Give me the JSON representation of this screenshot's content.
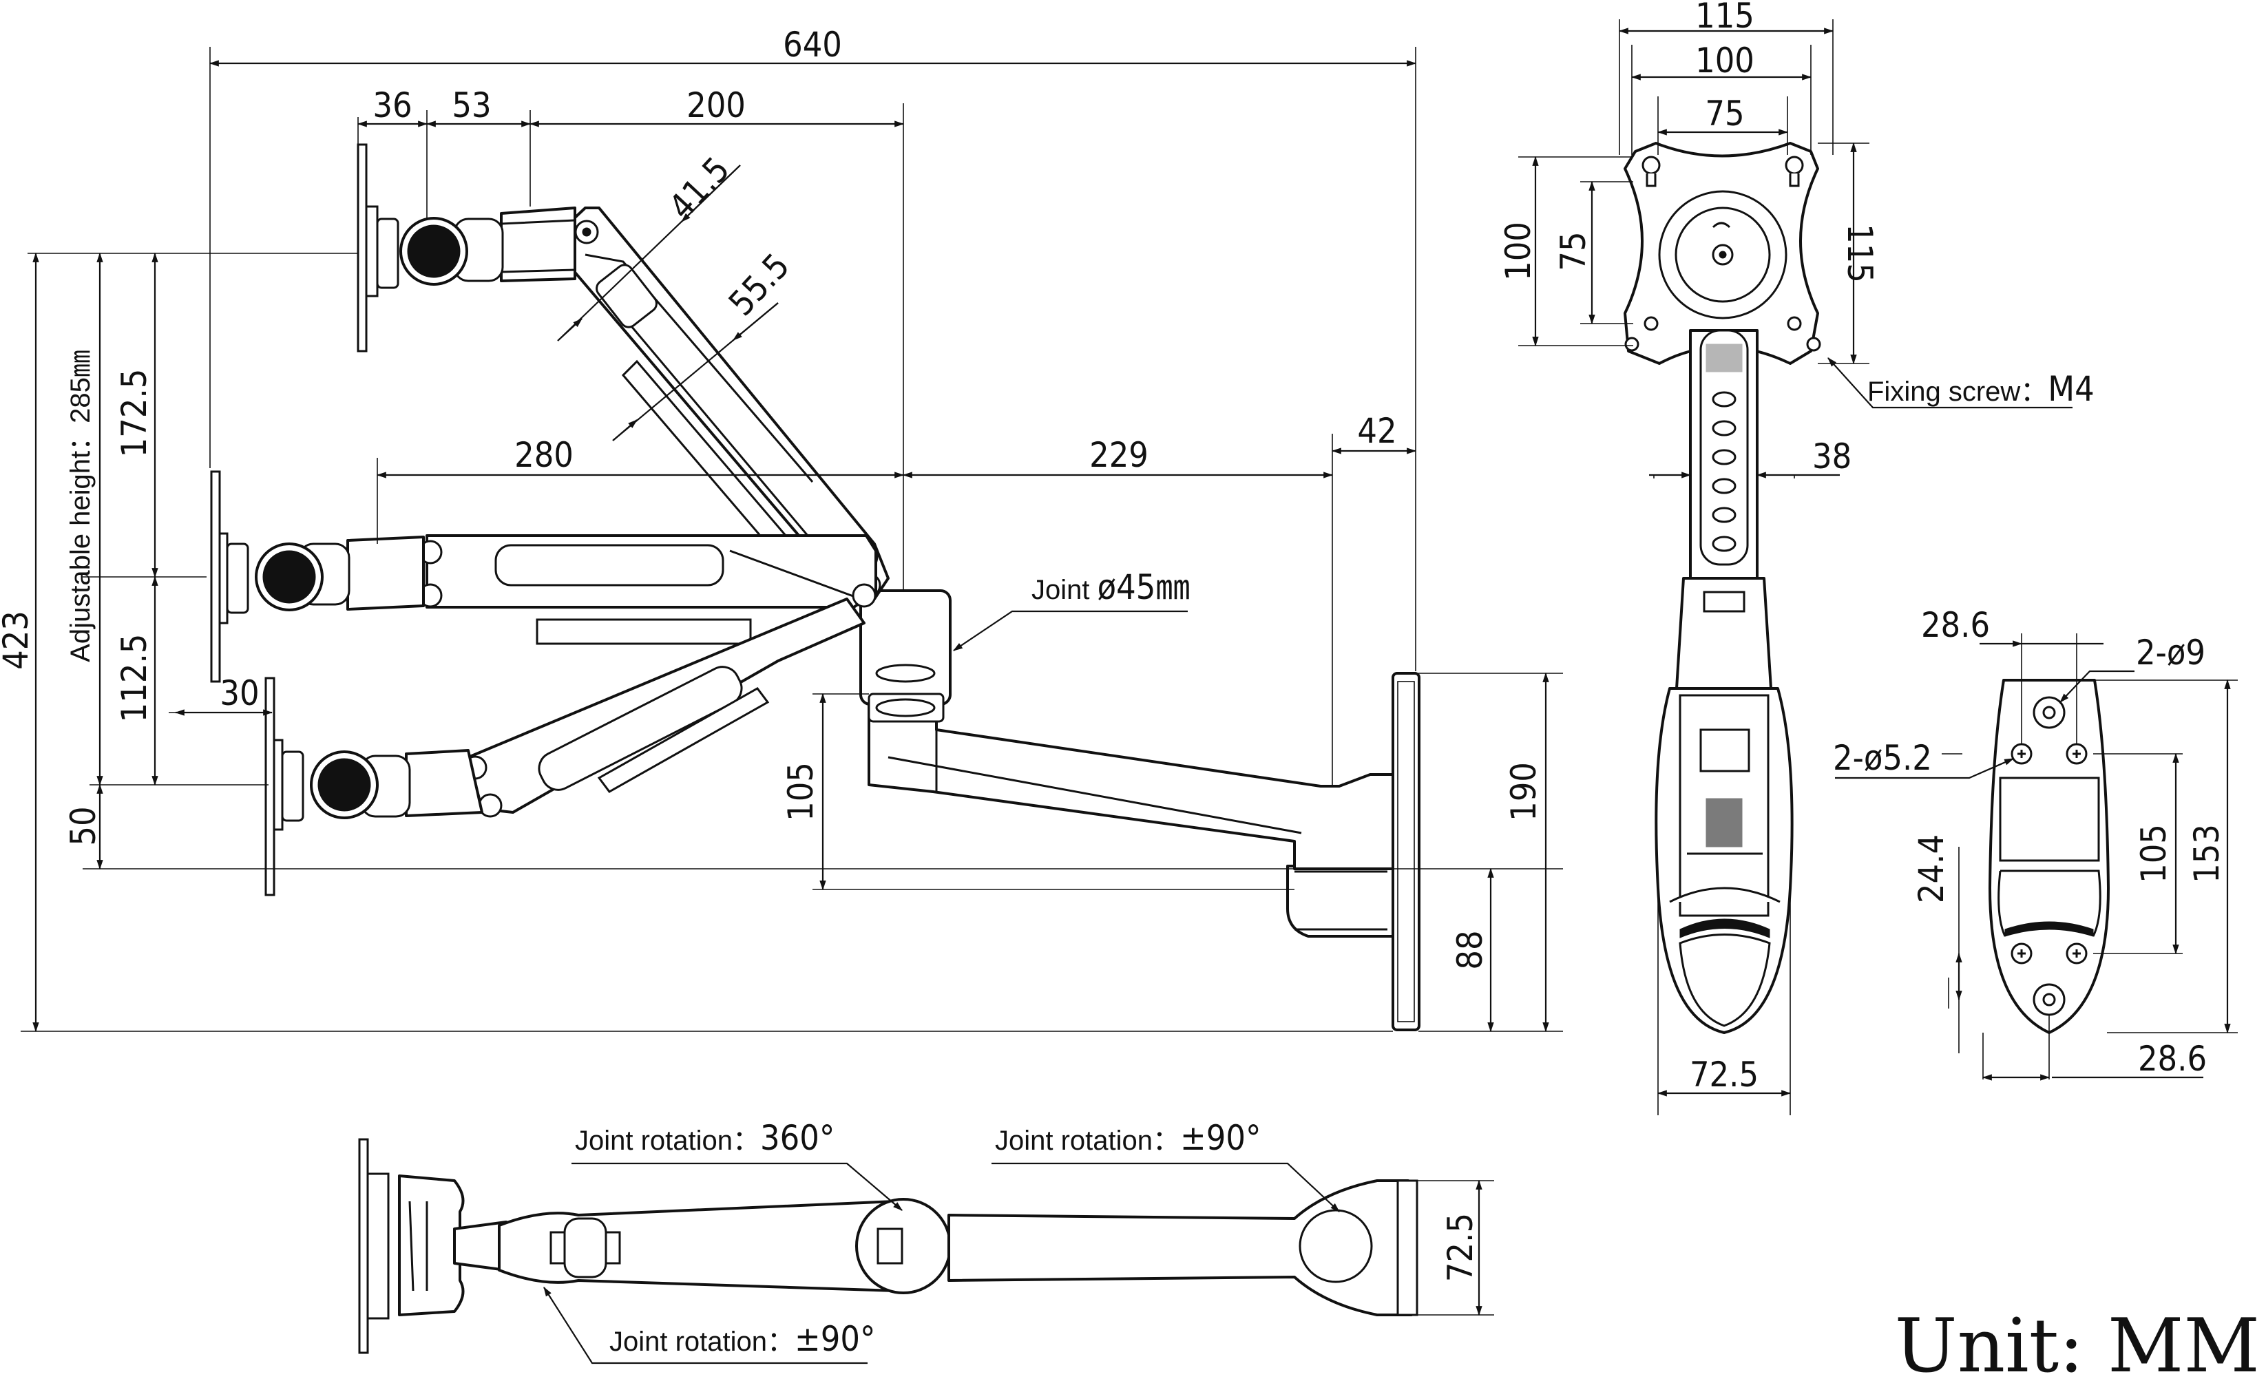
{
  "side_view": {
    "dims": {
      "overall_width": "640",
      "d36": "36",
      "d53": "53",
      "d200": "200",
      "d41_5": "41.5",
      "d55_5": "55.5",
      "d280": "280",
      "d229": "229",
      "d42": "42",
      "d30": "30",
      "d423": "423",
      "d172_5": "172.5",
      "d112_5": "112.5",
      "d50": "50",
      "d105": "105",
      "d190": "190",
      "d88": "88"
    },
    "adjustable_height": "Adjustable height：285㎜",
    "joint_label": "Joint",
    "joint_value": "ø45㎜"
  },
  "front_view": {
    "dims": {
      "w115": "115",
      "w100": "100",
      "w75": "75",
      "h100": "100",
      "h75": "75",
      "h115": "115",
      "d38": "38",
      "d72_5": "72.5"
    },
    "fixing_label": "Fixing screw：",
    "fixing_value": "M4"
  },
  "plate_view": {
    "dims": {
      "d28_6_top": "28.6",
      "d2_o9": "2-ø9",
      "d2_o5_2": "2-ø5.2",
      "d24_4": "24.4",
      "d105": "105",
      "d153": "153",
      "d28_6_bottom": "28.6"
    }
  },
  "top_view": {
    "joint1_label": "Joint rotation：",
    "joint1_value": "360°",
    "joint2_label": "Joint rotation：",
    "joint2_value": "±90°",
    "joint3_label": "Joint rotation：",
    "joint3_value": "±90°",
    "d72_5": "72.5"
  },
  "unit_label": "Unit: MM"
}
